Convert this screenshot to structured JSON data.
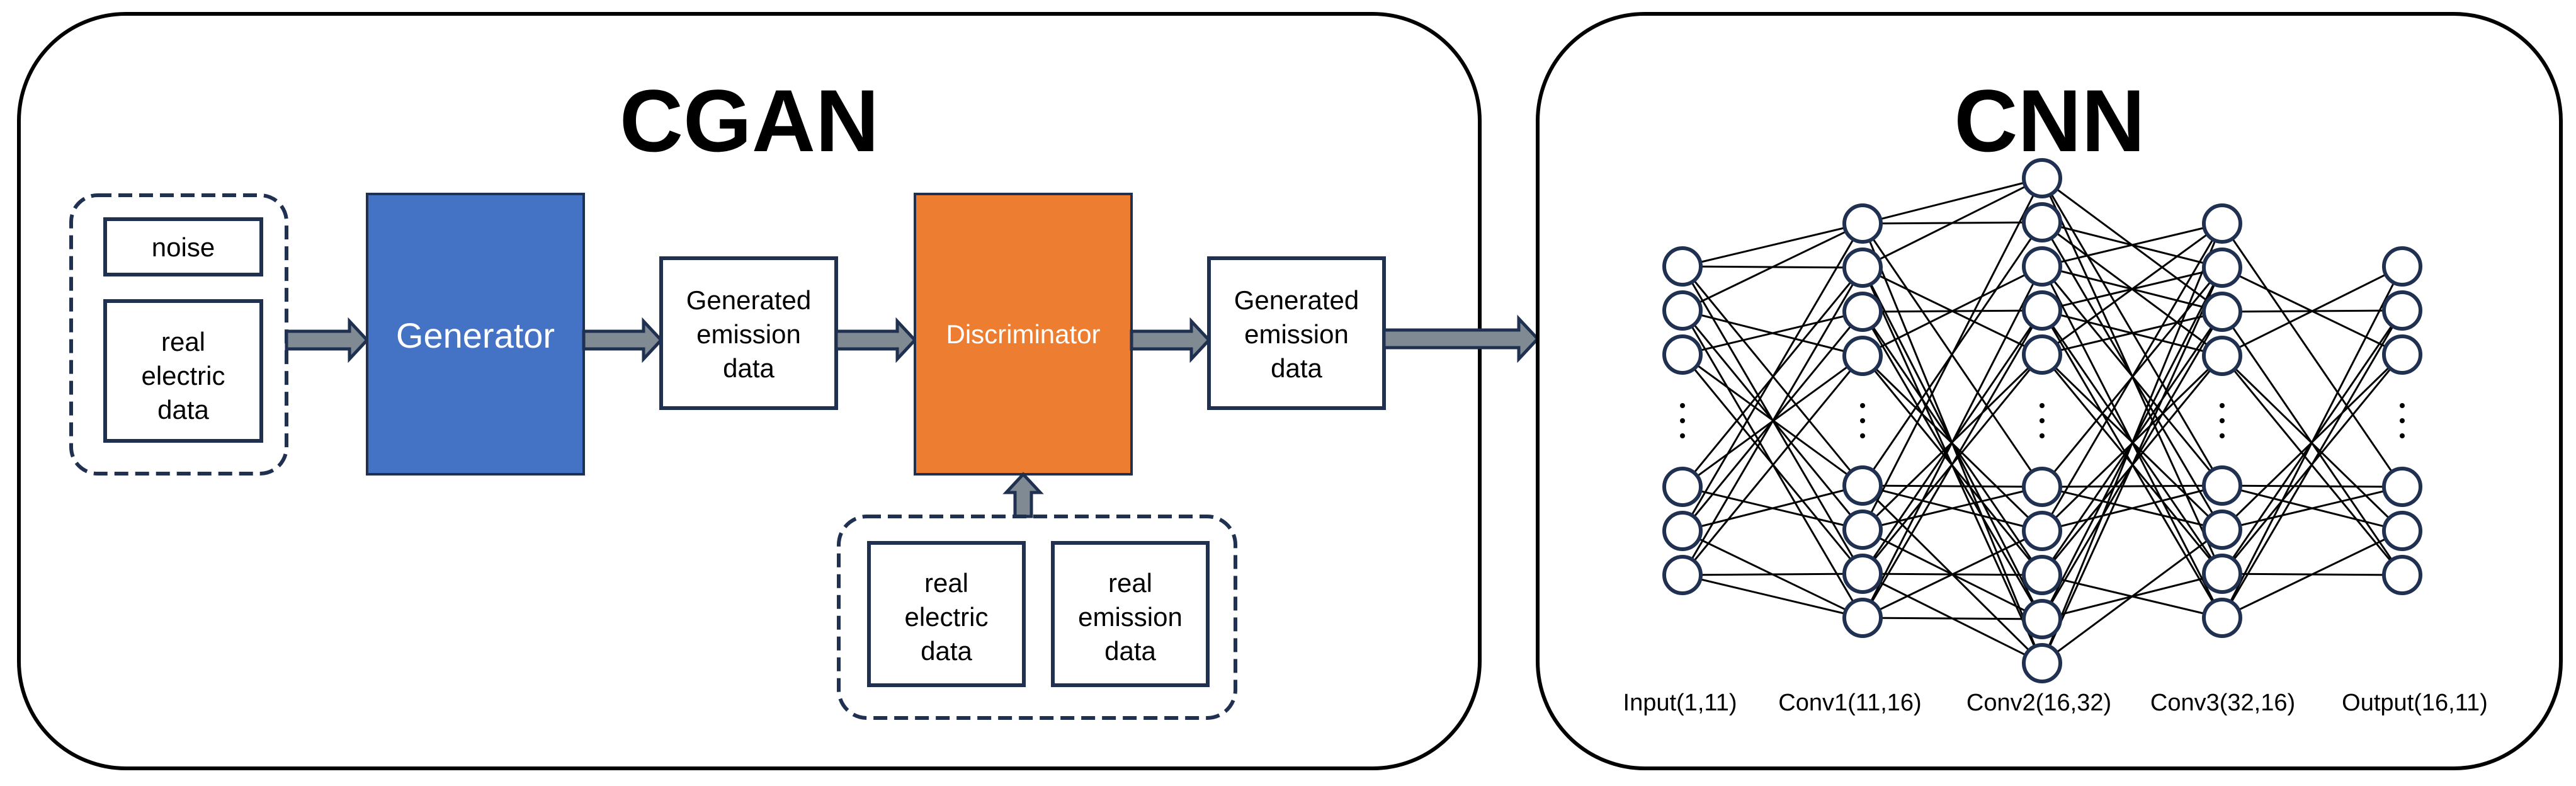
{
  "cgan": {
    "title": "CGAN",
    "input_group": {
      "noise": "noise",
      "real_electric": [
        "real",
        "electric",
        "data"
      ]
    },
    "generator": "Generator",
    "generated_1": [
      "Generated",
      "emission",
      "data"
    ],
    "discriminator": "Discriminator",
    "generated_2": [
      "Generated",
      "emission",
      "data"
    ],
    "real_group": {
      "real_electric": [
        "real",
        "electric",
        "data"
      ],
      "real_emission": [
        "real",
        "emission",
        "data"
      ]
    },
    "colors": {
      "generator": "#4472c4",
      "discriminator": "#ed7d31",
      "outline": "#1f3050",
      "arrow_fill": "#7f8a93"
    }
  },
  "cnn": {
    "title": "CNN",
    "layers": [
      {
        "label": "Input(1,11)",
        "top_nodes": 3,
        "bottom_nodes": 3
      },
      {
        "label": "Conv1(11,16)",
        "top_nodes": 4,
        "bottom_nodes": 4
      },
      {
        "label": "Conv2(16,32)",
        "top_nodes": 5,
        "bottom_nodes": 5
      },
      {
        "label": "Conv3(32,16)",
        "top_nodes": 4,
        "bottom_nodes": 4
      },
      {
        "label": "Output(16,11)",
        "top_nodes": 3,
        "bottom_nodes": 3
      }
    ]
  }
}
